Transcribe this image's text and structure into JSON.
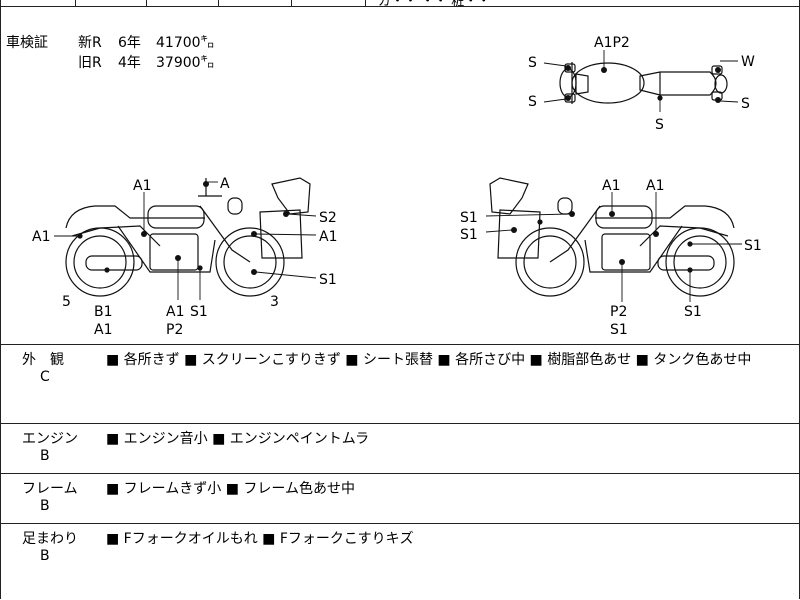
{
  "top_fragment": "ガ・・ ・・ 粧・・",
  "inspection": {
    "label": "車検証",
    "rows": [
      {
        "type": "新R",
        "years": "6年",
        "km": "41700㌔"
      },
      {
        "type": "旧R",
        "years": "4年",
        "km": "37900㌔"
      }
    ]
  },
  "diagram_labels": {
    "top_a1p2": "A1P2",
    "top_s1": "S",
    "top_s2": "S",
    "top_s3": "S",
    "top_s4": "S",
    "top_w": "W",
    "l_a1_top": "A1",
    "l_a": "A",
    "l_a1_left": "A1",
    "l_s2": "S2",
    "l_a1_right": "A1",
    "l_s1_right": "S1",
    "l_5": "5",
    "l_3": "3",
    "l_b1": "B1",
    "l_a1_b": "A1",
    "l_a1_mid": "A1",
    "l_s1_mid": "S1",
    "l_p2": "P2",
    "r_a1_a": "A1",
    "r_a1_b": "A1",
    "r_s1_a": "S1",
    "r_s1_b": "S1",
    "r_s1_c": "S1",
    "r_p2": "P2",
    "r_s1_d": "S1",
    "r_s1_e": "S1"
  },
  "conditions": [
    {
      "category": "外　観",
      "grade": "C",
      "notes": "■ 各所きず ■ スクリーンこすりきず ■ シート張替 ■ 各所さび中 ■ 樹脂部色あせ ■ タンク色あせ中"
    },
    {
      "category": "エンジン",
      "grade": "B",
      "notes": "■ エンジン音小 ■ エンジンペイントムラ"
    },
    {
      "category": "フレーム",
      "grade": "B",
      "notes": "■ フレームきず小 ■ フレーム色あせ中"
    },
    {
      "category": "足まわり",
      "grade": "B",
      "notes": "■ Fフォークオイルもれ ■ Fフォークこすりキズ"
    }
  ]
}
